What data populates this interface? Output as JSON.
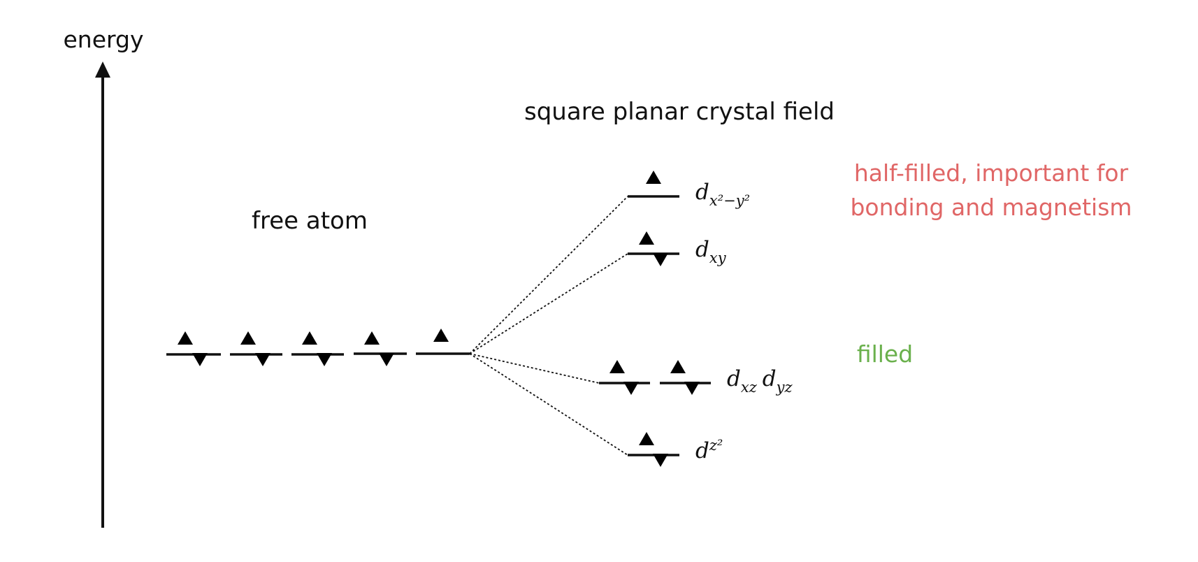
{
  "axis": {
    "label": "energy"
  },
  "free_atom": {
    "title": "free atom",
    "orbitals": [
      {
        "electrons": "up-down"
      },
      {
        "electrons": "up-down"
      },
      {
        "electrons": "up-down"
      },
      {
        "electrons": "up-down"
      },
      {
        "electrons": "up"
      }
    ]
  },
  "crystal_field": {
    "title": "square planar crystal field",
    "levels": [
      {
        "id": "dx2y2",
        "label_main": "d",
        "label_sub": "x²−y²",
        "electrons": [
          "up"
        ]
      },
      {
        "id": "dxy",
        "label_main": "d",
        "label_sub": "xy",
        "electrons": [
          "up-down"
        ]
      },
      {
        "id": "dxz-dyz",
        "label_main": "d",
        "label_sub": "xz",
        "label_main_2": "d",
        "label_sub_2": "yz",
        "electrons": [
          "up-down",
          "up-down"
        ]
      },
      {
        "id": "dz2",
        "label_main": "d",
        "label_sub": "z²",
        "electrons": [
          "up-down"
        ]
      }
    ]
  },
  "annotations": {
    "half_filled_line1": "half-filled, important for",
    "half_filled_line2": "bonding and magnetism",
    "filled": "filled"
  },
  "colors": {
    "spin": "#1a6bbf",
    "half_filled": "#e06666",
    "filled": "#6ab04c",
    "ink": "#111111"
  }
}
